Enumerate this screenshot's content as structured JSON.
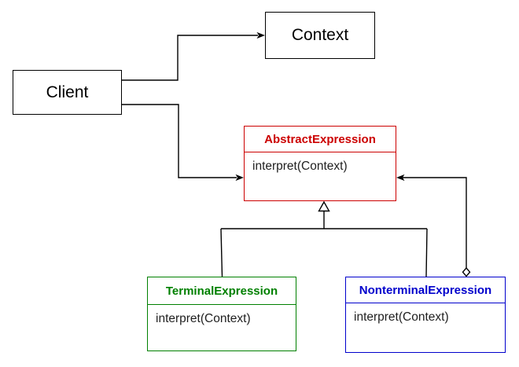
{
  "nodes": {
    "client": {
      "label": "Client"
    },
    "context": {
      "label": "Context"
    },
    "abstract_expression": {
      "title": "AbstractExpression",
      "method": "interpret(Context)",
      "accent_color": "#cc0000"
    },
    "terminal_expression": {
      "title": "TerminalExpression",
      "method": "interpret(Context)",
      "accent_color": "#008000"
    },
    "nonterminal_expression": {
      "title": "NonterminalExpression",
      "method": "interpret(Context)",
      "accent_color": "#0000cc"
    }
  },
  "edges": [
    {
      "from": "Client",
      "to": "Context",
      "type": "directed-association",
      "marker": "filled-arrow"
    },
    {
      "from": "Client",
      "to": "AbstractExpression",
      "type": "directed-association",
      "marker": "filled-arrow"
    },
    {
      "from": "TerminalExpression",
      "to": "AbstractExpression",
      "type": "generalization",
      "marker": "hollow-triangle"
    },
    {
      "from": "NonterminalExpression",
      "to": "AbstractExpression",
      "type": "generalization",
      "marker": "hollow-triangle"
    },
    {
      "from": "NonterminalExpression",
      "to": "AbstractExpression",
      "type": "aggregation",
      "marker": "hollow-diamond-to-filled-arrow"
    }
  ],
  "colors": {
    "background": "#ffffff",
    "line": "#000000",
    "simple_box_border": "#000000",
    "red_accent": "#cc0000",
    "green_accent": "#008000",
    "blue_accent": "#0000cc",
    "method_text": "#1f1f1f"
  }
}
